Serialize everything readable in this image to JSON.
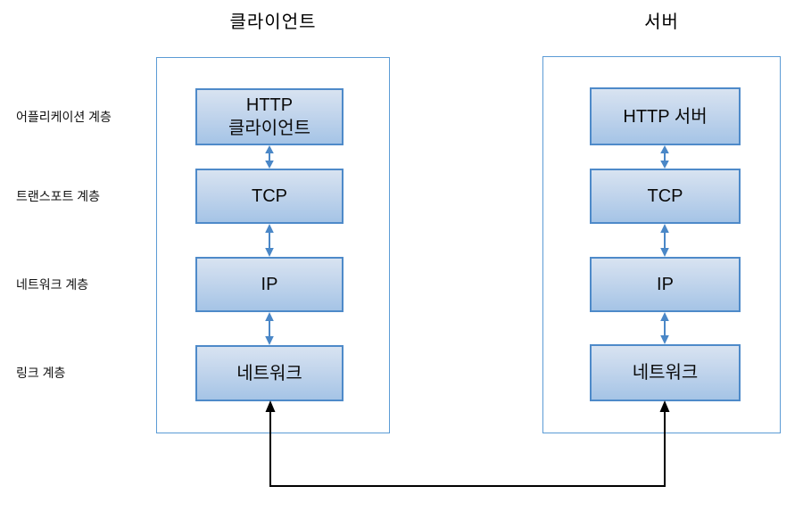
{
  "client": {
    "title": "클라이언트",
    "boxes": [
      {
        "label": "HTTP\n클라이언트"
      },
      {
        "label": "TCP"
      },
      {
        "label": "IP"
      },
      {
        "label": "네트워크"
      }
    ]
  },
  "server": {
    "title": "서버",
    "boxes": [
      {
        "label": "HTTP 서버"
      },
      {
        "label": "TCP"
      },
      {
        "label": "IP"
      },
      {
        "label": "네트워크"
      }
    ]
  },
  "layer_labels": [
    {
      "label": "어플리케이션 계층"
    },
    {
      "label": "트랜스포트 계층"
    },
    {
      "label": "네트워크 계층"
    },
    {
      "label": "링크 계층"
    }
  ],
  "colors": {
    "box_border": "#4e8ac9",
    "panel_border": "#5b9bd5",
    "box_fill_top": "#d8e3f1",
    "box_fill_bottom": "#a5c4e6",
    "arrow_blue": "#4a87c7",
    "connector_black": "#000000",
    "text": "#000000",
    "background": "#ffffff"
  }
}
